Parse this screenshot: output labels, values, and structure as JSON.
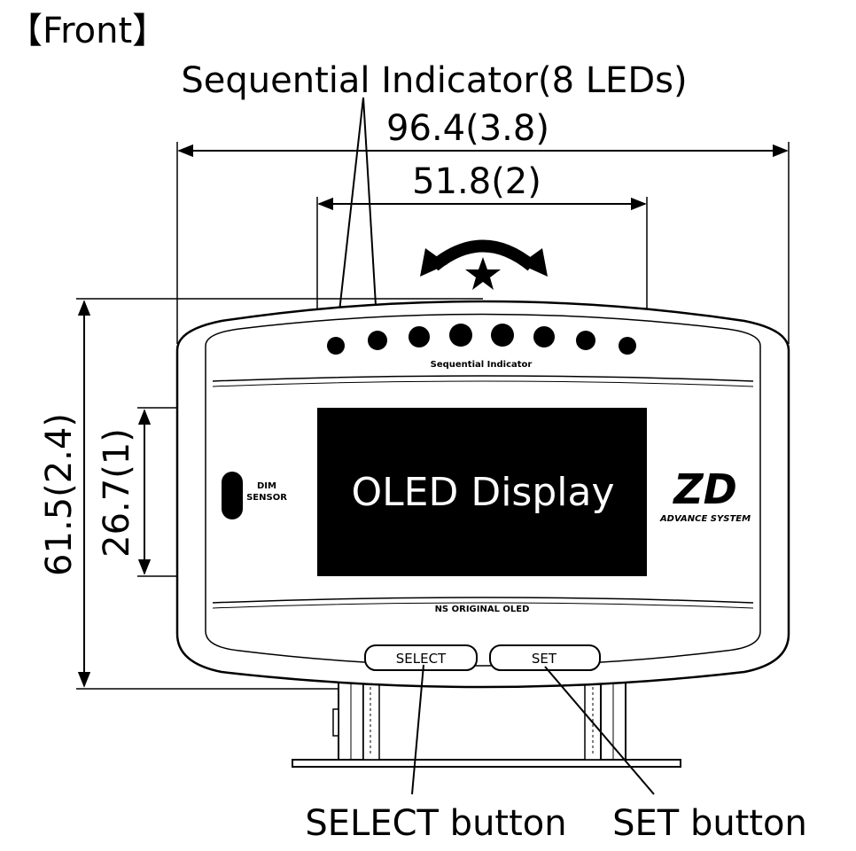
{
  "view_label": "【Front】",
  "labels": {
    "sequential_indicator_callout": "Sequential Indicator(8 LEDs)",
    "overall_width": "96.4(3.8)",
    "display_width": "51.8(2)",
    "overall_height": "61.5(2.4)",
    "display_height": "26.7(1)",
    "select_callout": "SELECT button",
    "set_callout": "SET button"
  },
  "device": {
    "indicator_caption": "Sequential Indicator",
    "display_text": "OLED Display",
    "dim_sensor_line1": "DIM",
    "dim_sensor_line2": "SENSOR",
    "logo_mark": "ZD",
    "logo_subtitle": "ADVANCE SYSTEM",
    "oled_caption": "NS ORIGINAL OLED",
    "select_button_label": "SELECT",
    "set_button_label": "SET",
    "led_count": 8
  },
  "colors": {
    "line": "#000000",
    "display_background": "#000000",
    "display_text": "#ffffff",
    "background": "#ffffff"
  }
}
